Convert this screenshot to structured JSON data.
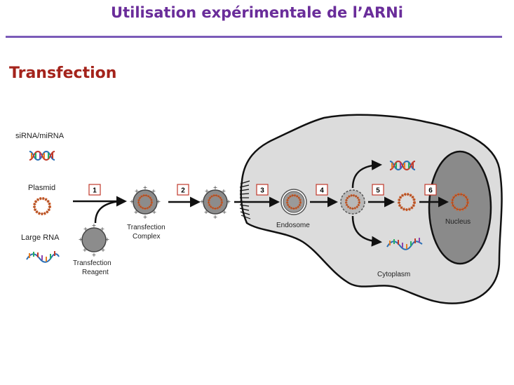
{
  "slide": {
    "title": "Utilisation expérimentale de l’ARNi",
    "section": "Transfection"
  },
  "diagram": {
    "cargo_labels": {
      "sirna": "siRNA/miRNA",
      "plasmid": "Plasmid",
      "large_rna": "Large RNA"
    },
    "labels": {
      "reagent_line1": "Transfection",
      "reagent_line2": "Reagent",
      "complex_line1": "Transfection",
      "complex_line2": "Complex",
      "endosome": "Endosome",
      "nucleus": "Nucleus",
      "cytoplasm": "Cytoplasm"
    },
    "steps": [
      "1",
      "2",
      "3",
      "4",
      "5",
      "6"
    ],
    "colors": {
      "title": "#6a2d9a",
      "section": "#a4231b",
      "rule": "#7b5bb8",
      "cell": "#dcdcdc",
      "nucleus": "#8a8a8a",
      "plasmid": "#d2622e",
      "step_box": "#c0392b"
    }
  }
}
